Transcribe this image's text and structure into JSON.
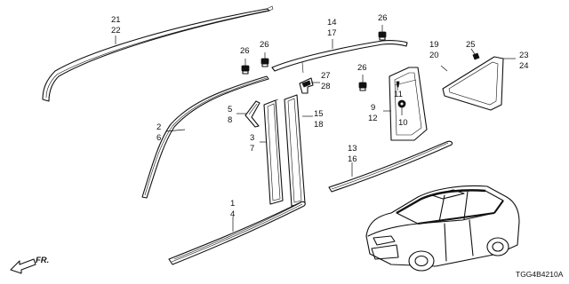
{
  "diagram": {
    "catalog_code": "TGG4B4210A",
    "front_indicator": "FR.",
    "callouts": [
      {
        "id": "c21",
        "text": "21"
      },
      {
        "id": "c22",
        "text": "22"
      },
      {
        "id": "c14",
        "text": "14"
      },
      {
        "id": "c17",
        "text": "17"
      },
      {
        "id": "c26a",
        "text": "26"
      },
      {
        "id": "c26b",
        "text": "26"
      },
      {
        "id": "c26c",
        "text": "26"
      },
      {
        "id": "c26d",
        "text": "26"
      },
      {
        "id": "c19",
        "text": "19"
      },
      {
        "id": "c20",
        "text": "20"
      },
      {
        "id": "c25",
        "text": "25"
      },
      {
        "id": "c23",
        "text": "23"
      },
      {
        "id": "c24",
        "text": "24"
      },
      {
        "id": "c27",
        "text": "27"
      },
      {
        "id": "c28",
        "text": "28"
      },
      {
        "id": "c9",
        "text": "9"
      },
      {
        "id": "c12",
        "text": "12"
      },
      {
        "id": "c11",
        "text": "11"
      },
      {
        "id": "c10",
        "text": "10"
      },
      {
        "id": "c2",
        "text": "2"
      },
      {
        "id": "c6",
        "text": "6"
      },
      {
        "id": "c5",
        "text": "5"
      },
      {
        "id": "c8",
        "text": "8"
      },
      {
        "id": "c3",
        "text": "3"
      },
      {
        "id": "c7",
        "text": "7"
      },
      {
        "id": "c15",
        "text": "15"
      },
      {
        "id": "c18",
        "text": "18"
      },
      {
        "id": "c13",
        "text": "13"
      },
      {
        "id": "c16",
        "text": "16"
      },
      {
        "id": "c1",
        "text": "1"
      },
      {
        "id": "c4",
        "text": "4"
      }
    ]
  }
}
